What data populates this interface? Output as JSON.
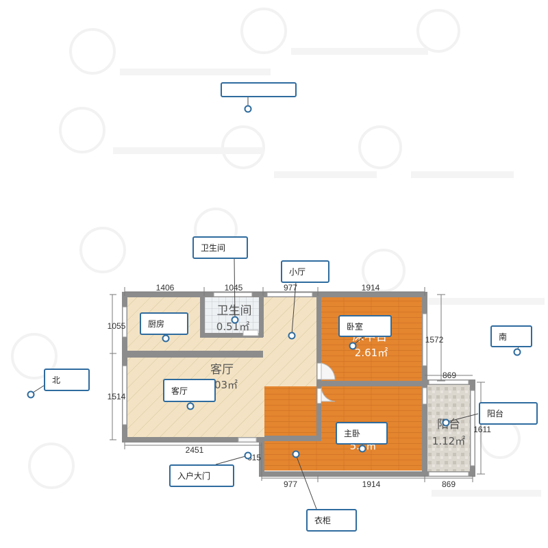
{
  "colors": {
    "wall": "#8c8c8c",
    "floor_wood": "#e4852f",
    "floor_light": "#f3e3c4",
    "tile": "#d8d4cc",
    "callout_border": "#2e6b9e",
    "marker": "#2e6b9e",
    "dim_line": "#7a7a7a"
  },
  "rooms": [
    {
      "key": "bathroom",
      "name": "卫生间",
      "area": "0.51㎡"
    },
    {
      "key": "living",
      "name": "客厅",
      "area": "03㎡"
    },
    {
      "key": "bedroom",
      "name": "床中台",
      "area": "2.61㎡"
    },
    {
      "key": "master",
      "name": "",
      "area": "5.1㎡"
    },
    {
      "key": "balcony",
      "name": "阳台",
      "area": "1.12㎡"
    }
  ],
  "dimensions": {
    "top": [
      "1406",
      "1045",
      "977",
      "1914"
    ],
    "bottom_left": [
      "2451",
      "615"
    ],
    "bottom_right": [
      "977",
      "1914",
      "869"
    ],
    "left": [
      "1055",
      "1514"
    ],
    "right": [
      "1572",
      "869",
      "1611"
    ]
  },
  "callouts": {
    "top_empty": "",
    "bathroom": "卫生间",
    "hall": "小厅",
    "kitchen": "厨房",
    "bedroom": "卧室",
    "south": "南",
    "north": "北",
    "living": "客厅",
    "balcony": "阳台",
    "master": "主卧",
    "entrance": "入户大门",
    "wardrobe": "衣柜"
  }
}
